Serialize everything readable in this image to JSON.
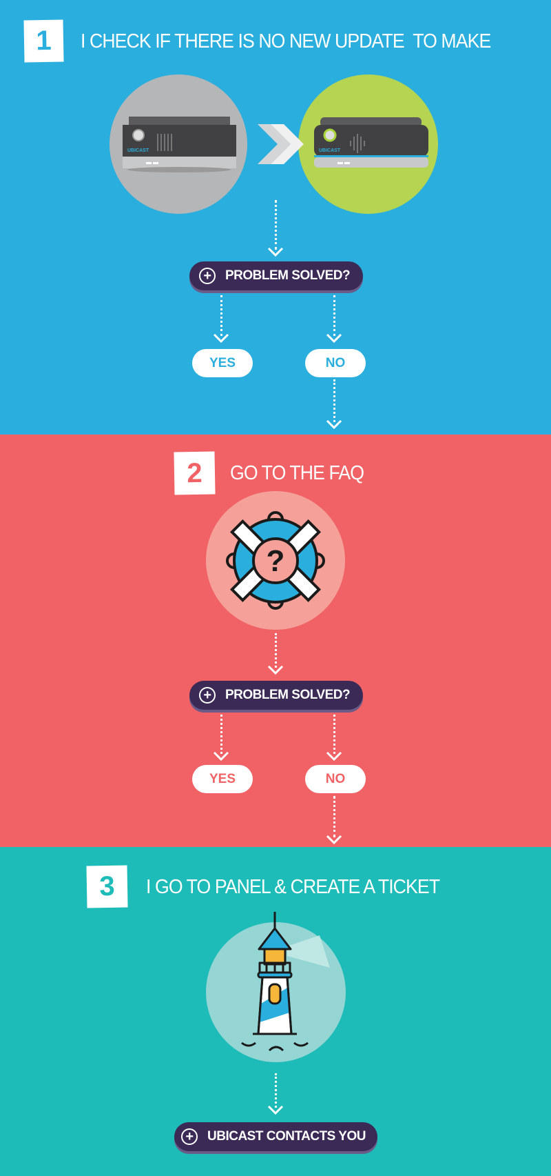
{
  "steps": [
    {
      "number": "1",
      "title": "I CHECK IF THERE IS NO NEW UPDATE  TO MAKE",
      "question": "PROBLEM SOLVED?",
      "yes": "YES",
      "no": "NO",
      "icon": "device-update-icon",
      "device_brand": "UBICAST"
    },
    {
      "number": "2",
      "title": "GO TO THE FAQ",
      "question": "PROBLEM SOLVED?",
      "yes": "YES",
      "no": "NO",
      "icon": "lifebuoy-question-icon"
    },
    {
      "number": "3",
      "title": "I GO TO PANEL & CREATE A TICKET",
      "result": "UBICAST CONTACTS YOU",
      "icon": "lighthouse-icon"
    }
  ],
  "colors": {
    "step1": "#2aaedd",
    "step2": "#f06265",
    "step3": "#1dbcb8",
    "pill": "#3a2a55"
  }
}
